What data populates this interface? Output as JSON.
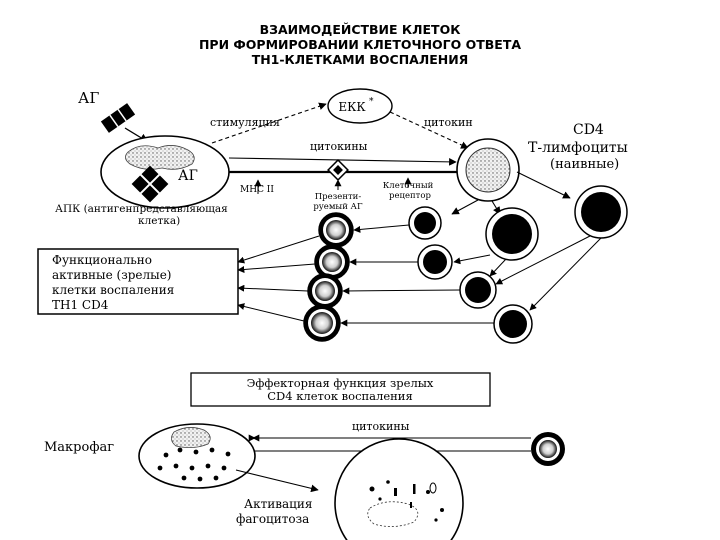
{
  "title": {
    "line1": "ВЗАИМОДЕЙСТВИЕ КЛЕТОК",
    "line2": "ПРИ ФОРМИРОВАНИИ КЛЕТОЧНОГО ОТВЕТА",
    "line3": "ТН1-КЛЕТКАМИ ВОСПАЛЕНИЯ"
  },
  "labels": {
    "antigen": "АГ",
    "antigen_inside": "АГ",
    "ekk": "ЕКК",
    "ekk_sup": "*",
    "stimulation": "стимуляция",
    "cytokine": "цитокин",
    "cytokines": "цитокины",
    "cd4": "CD4",
    "t_lymph": "Т-лимфоциты",
    "naive": "(наивные)",
    "mhc": "МНС II",
    "presented1": "Презенти-",
    "presented2": "руемый АГ",
    "receptor1": "Клеточный",
    "receptor2": "рецептор",
    "apc1": "АПК (антигенпредставляющая",
    "apc2": "клетка)"
  },
  "functional_box": {
    "line1": "Функционально",
    "line2": "активные (зрелые)",
    "line3": "клетки воспаления",
    "line4": "ТН1 CD4"
  },
  "effector_box": {
    "line1": "Эффекторная функция зрелых",
    "line2": "CD4 клеток воспаления"
  },
  "effector": {
    "cytokines": "цитокины",
    "macrophage": "Макрофаг",
    "activation": "Активация",
    "phagocytosis": "фагоцитоза"
  }
}
